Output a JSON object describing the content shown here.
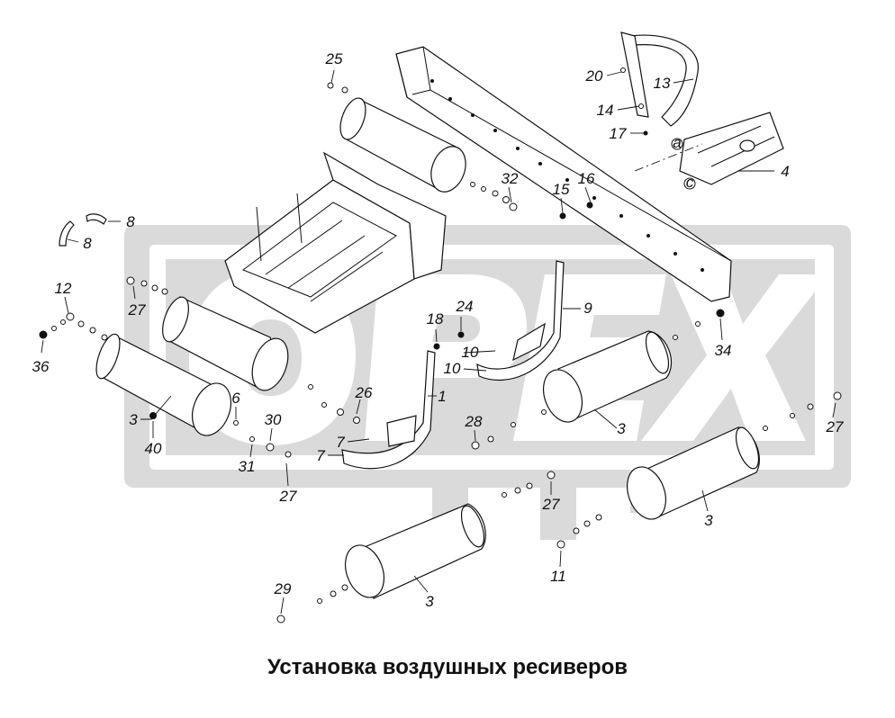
{
  "caption": "Установка воздушных ресиверов",
  "watermark": {
    "text": "OPEX",
    "color": "#d9d9d9"
  },
  "callouts": [
    "25",
    "20",
    "13",
    "14",
    "17",
    "32",
    "16",
    "15",
    "4",
    "8",
    "8",
    "12",
    "27",
    "24",
    "18",
    "9",
    "36",
    "10",
    "10",
    "34",
    "1",
    "26",
    "6",
    "3",
    "40",
    "30",
    "31",
    "28",
    "3",
    "27",
    "7",
    "7",
    "27",
    "3",
    "11",
    "29",
    "3"
  ],
  "markers": [
    "a",
    "c"
  ]
}
